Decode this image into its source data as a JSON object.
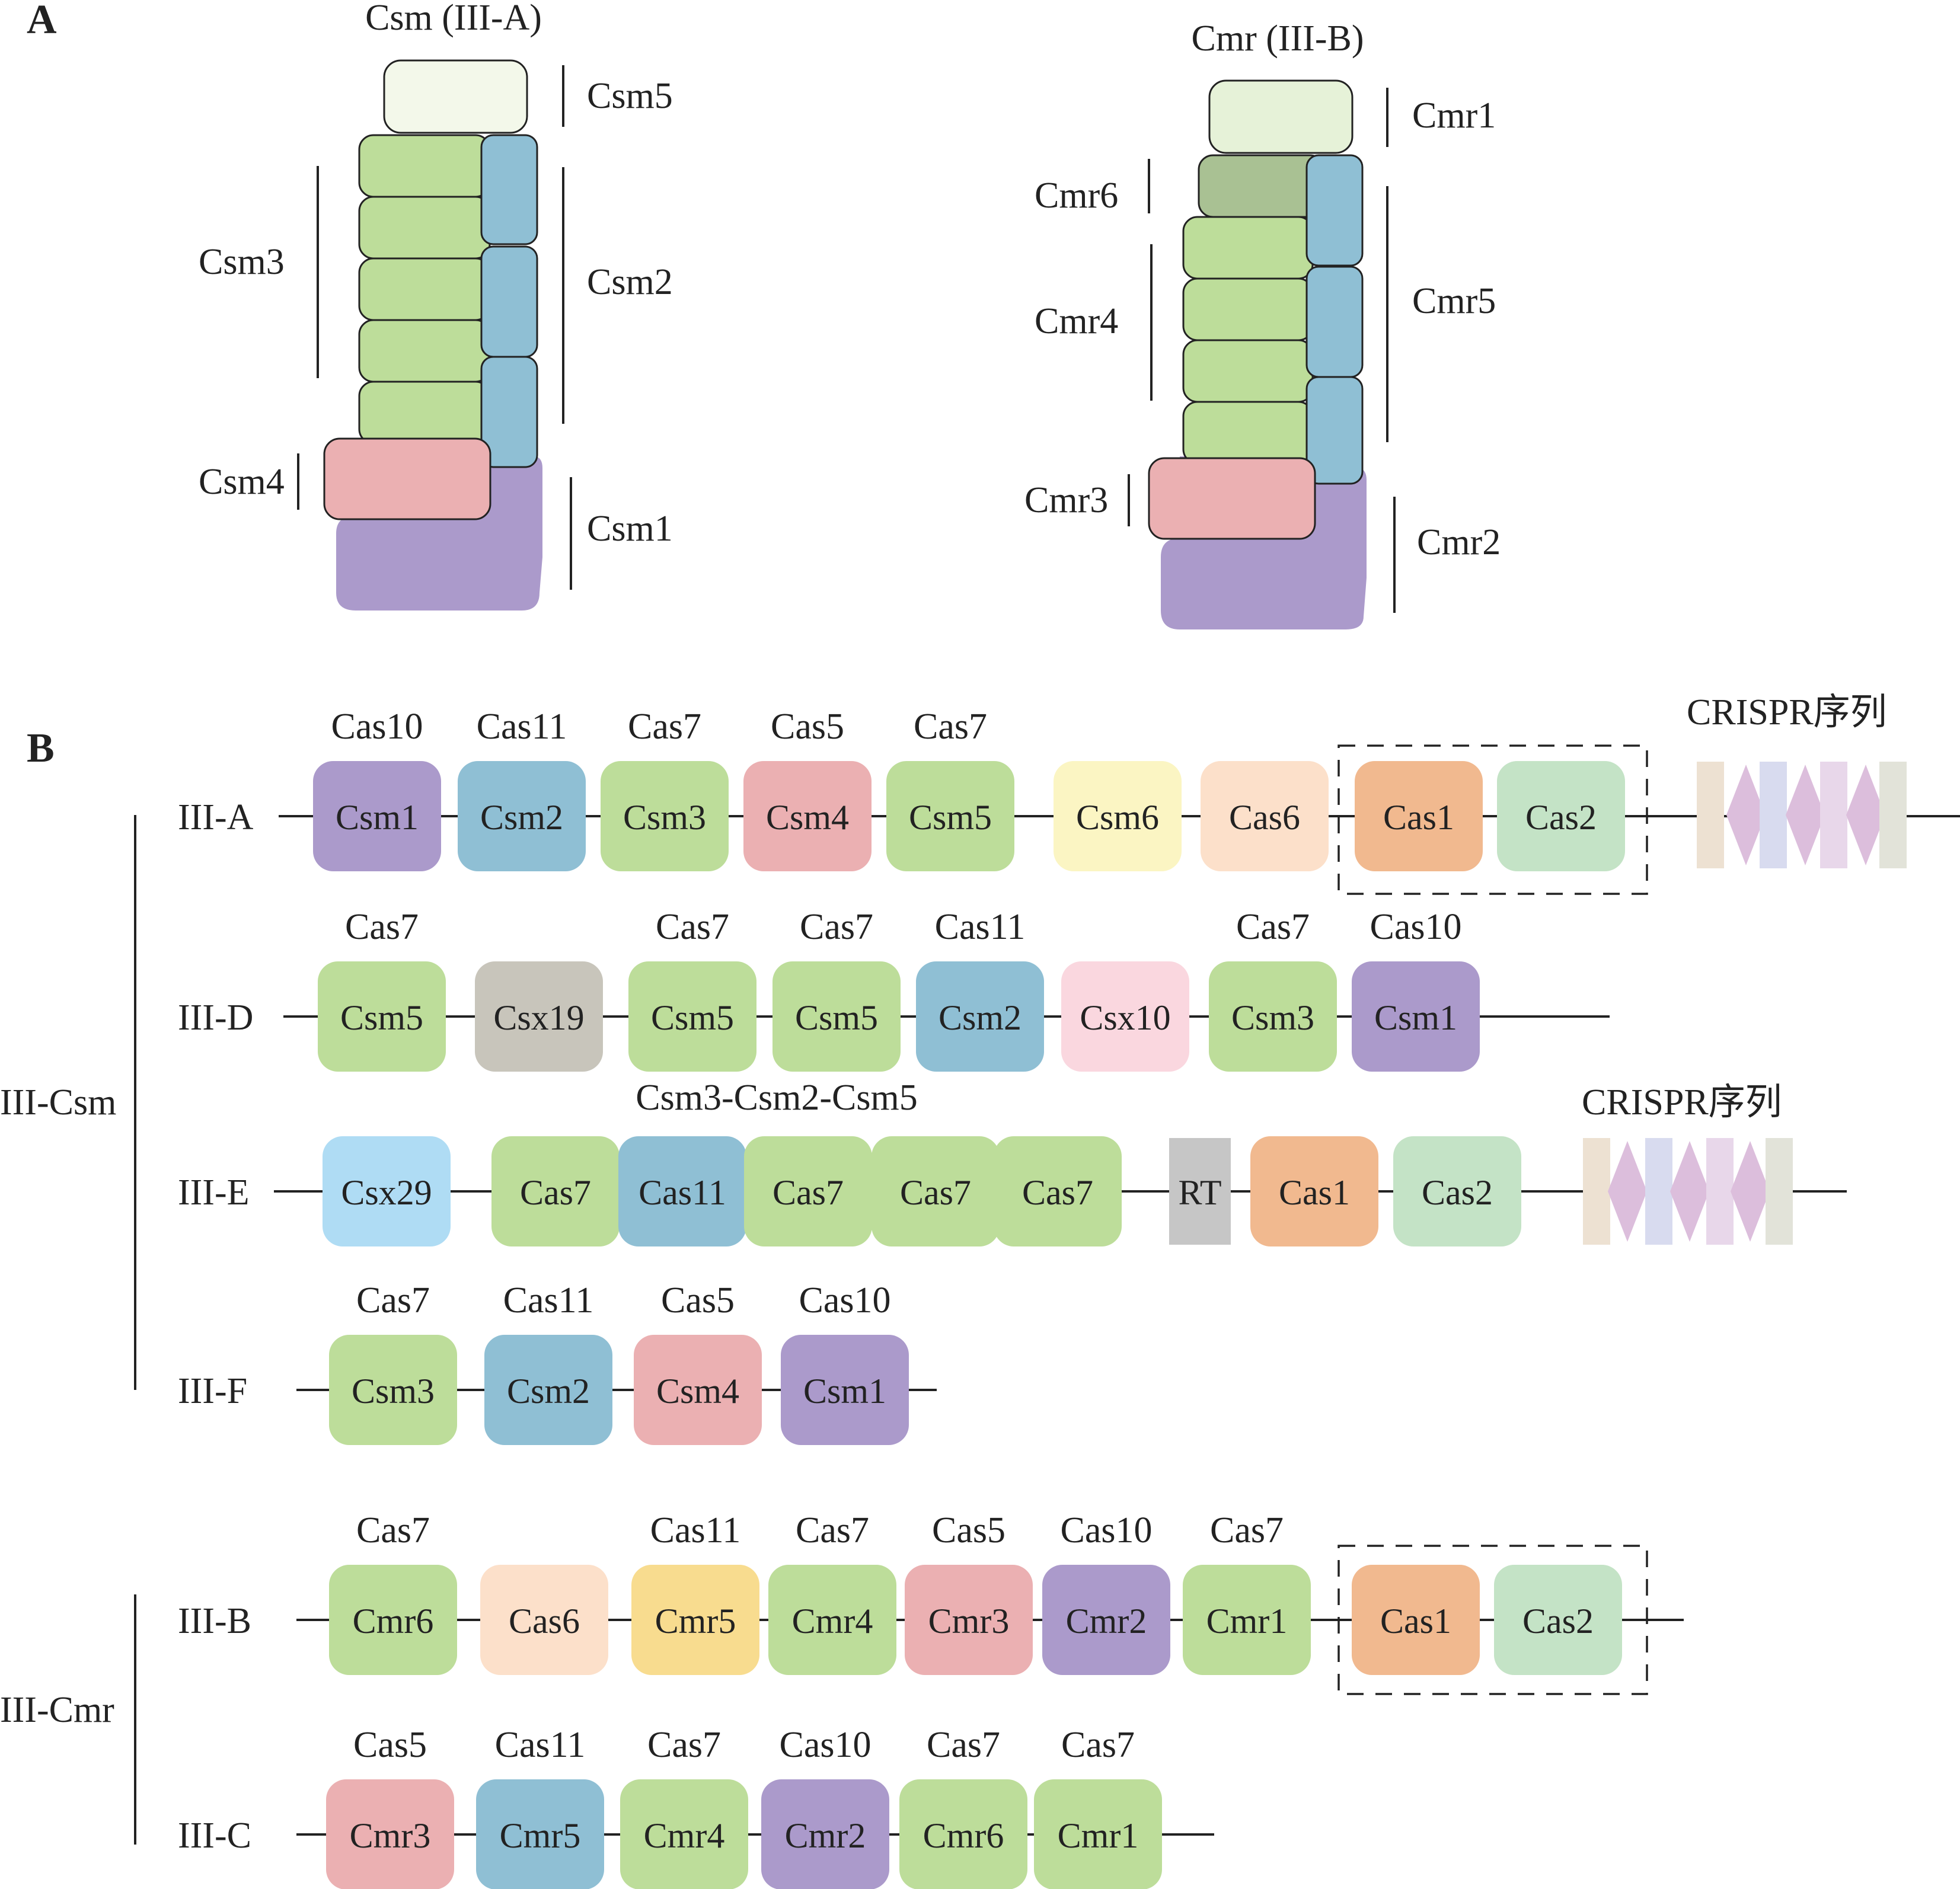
{
  "panel_a": {
    "letter": "A",
    "csm": {
      "title": "Csm (III-A)",
      "labels": {
        "csm5": "Csm5",
        "csm3": "Csm3",
        "csm2": "Csm2",
        "csm4": "Csm4",
        "csm1": "Csm1"
      }
    },
    "cmr": {
      "title": "Cmr (III-B)",
      "labels": {
        "cmr1": "Cmr1",
        "cmr6": "Cmr6",
        "cmr4": "Cmr4",
        "cmr5": "Cmr5",
        "cmr3": "Cmr3",
        "cmr2": "Cmr2"
      }
    }
  },
  "panel_b": {
    "letter": "B",
    "groups": {
      "csm": "III-Csm",
      "cmr": "III-Cmr"
    },
    "crispr_label": "CRISPR序列",
    "loci": {
      "IIIA": {
        "name": "III-A",
        "genes": [
          {
            "id": "csm1",
            "label": "Csm1",
            "family": "Cas10",
            "color": "#ab9acb"
          },
          {
            "id": "csm2",
            "label": "Csm2",
            "family": "Cas11",
            "color": "#8fbfd4"
          },
          {
            "id": "csm3",
            "label": "Csm3",
            "family": "Cas7",
            "color": "#bddd9a"
          },
          {
            "id": "csm4",
            "label": "Csm4",
            "family": "Cas5",
            "color": "#ebb0b2"
          },
          {
            "id": "csm5",
            "label": "Csm5",
            "family": "Cas7",
            "color": "#bddd9a"
          },
          {
            "id": "csm6",
            "label": "Csm6",
            "family": "",
            "color": "#fbf5c3"
          },
          {
            "id": "cas6",
            "label": "Cas6",
            "family": "",
            "color": "#fce0ca"
          },
          {
            "id": "cas1",
            "label": "Cas1",
            "family": "",
            "color": "#f1b98f"
          },
          {
            "id": "cas2",
            "label": "Cas2",
            "family": "",
            "color": "#c4e3c6"
          }
        ]
      },
      "IIID": {
        "name": "III-D",
        "genes": [
          {
            "id": "csm5a",
            "label": "Csm5",
            "family": "Cas7",
            "color": "#bddd9a"
          },
          {
            "id": "csx19",
            "label": "Csx19",
            "family": "",
            "color": "#c8c5bb"
          },
          {
            "id": "csm5b",
            "label": "Csm5",
            "family": "Cas7",
            "color": "#bddd9a"
          },
          {
            "id": "csm5c",
            "label": "Csm5",
            "family": "Cas7",
            "color": "#bddd9a"
          },
          {
            "id": "csm2",
            "label": "Csm2",
            "family": "Cas11",
            "color": "#8fbfd4"
          },
          {
            "id": "csx10",
            "label": "Csx10",
            "family": "",
            "color": "#fad7df"
          },
          {
            "id": "csm3",
            "label": "Csm3",
            "family": "Cas7",
            "color": "#bddd9a"
          },
          {
            "id": "csm1",
            "label": "Csm1",
            "family": "Cas10",
            "color": "#ab9acb"
          }
        ]
      },
      "IIIE": {
        "name": "III-E",
        "group_label": "Csm3-Csm2-Csm5",
        "genes": [
          {
            "id": "csx29",
            "label": "Csx29",
            "color": "#afdcf4"
          },
          {
            "id": "cas7a",
            "label": "Cas7",
            "color": "#bddd9a"
          },
          {
            "id": "cas11",
            "label": "Cas11",
            "color": "#8fbfd4"
          },
          {
            "id": "cas7b",
            "label": "Cas7",
            "color": "#bddd9a"
          },
          {
            "id": "cas7c",
            "label": "Cas7",
            "color": "#bddd9a"
          },
          {
            "id": "cas7d",
            "label": "Cas7",
            "color": "#bddd9a"
          },
          {
            "id": "rt",
            "label": "RT",
            "color": "#c6c6c6"
          },
          {
            "id": "cas1",
            "label": "Cas1",
            "color": "#f1b98f"
          },
          {
            "id": "cas2",
            "label": "Cas2",
            "color": "#c4e3c6"
          }
        ]
      },
      "IIIF": {
        "name": "III-F",
        "genes": [
          {
            "id": "csm3",
            "label": "Csm3",
            "family": "Cas7",
            "color": "#bddd9a"
          },
          {
            "id": "csm2",
            "label": "Csm2",
            "family": "Cas11",
            "color": "#8fbfd4"
          },
          {
            "id": "csm4",
            "label": "Csm4",
            "family": "Cas5",
            "color": "#ebb0b2"
          },
          {
            "id": "csm1",
            "label": "Csm1",
            "family": "Cas10",
            "color": "#ab9acb"
          }
        ]
      },
      "IIIB": {
        "name": "III-B",
        "genes": [
          {
            "id": "cmr6",
            "label": "Cmr6",
            "family": "Cas7",
            "color": "#bddd9a"
          },
          {
            "id": "cas6",
            "label": "Cas6",
            "family": "",
            "color": "#fce0ca"
          },
          {
            "id": "cmr5",
            "label": "Cmr5",
            "family": "Cas11",
            "color": "#f8dc8f"
          },
          {
            "id": "cmr4",
            "label": "Cmr4",
            "family": "Cas7",
            "color": "#bddd9a"
          },
          {
            "id": "cmr3",
            "label": "Cmr3",
            "family": "Cas5",
            "color": "#ebb0b2"
          },
          {
            "id": "cmr2",
            "label": "Cmr2",
            "family": "Cas10",
            "color": "#ab9acb"
          },
          {
            "id": "cmr1",
            "label": "Cmr1",
            "family": "Cas7",
            "color": "#bddd9a"
          },
          {
            "id": "cas1",
            "label": "Cas1",
            "family": "",
            "color": "#f1b98f"
          },
          {
            "id": "cas2",
            "label": "Cas2",
            "family": "",
            "color": "#c4e3c6"
          }
        ]
      },
      "IIIC": {
        "name": "III-C",
        "genes": [
          {
            "id": "cmr3",
            "label": "Cmr3",
            "family": "Cas5",
            "color": "#ebb0b2"
          },
          {
            "id": "cmr5",
            "label": "Cmr5",
            "family": "Cas11",
            "color": "#8fbfd4"
          },
          {
            "id": "cmr4",
            "label": "Cmr4",
            "family": "Cas7",
            "color": "#bddd9a"
          },
          {
            "id": "cmr2",
            "label": "Cmr2",
            "family": "Cas10",
            "color": "#ab9acb"
          },
          {
            "id": "cmr6",
            "label": "Cmr6",
            "family": "Cas7",
            "color": "#bddd9a"
          },
          {
            "id": "cmr1",
            "label": "Cmr1",
            "family": "Cas7",
            "color": "#bddd9a"
          }
        ]
      }
    }
  },
  "colors": {
    "csm5_top": "#f3f8ea",
    "cmr1_top": "#e6f2d8",
    "cmr6_dark": "#a9c193",
    "green": "#bddd9a",
    "blue": "#8fbfd4",
    "pink": "#ebb0b2",
    "purple": "#ab9acb",
    "crispr_repeat_beige": "#ede1d2",
    "crispr_repeat_blue": "#d8dbef",
    "crispr_repeat_mauve": "#e8d7ea",
    "crispr_repeat_grey": "#e2e3d9",
    "crispr_spacer": "#dcbedc"
  }
}
